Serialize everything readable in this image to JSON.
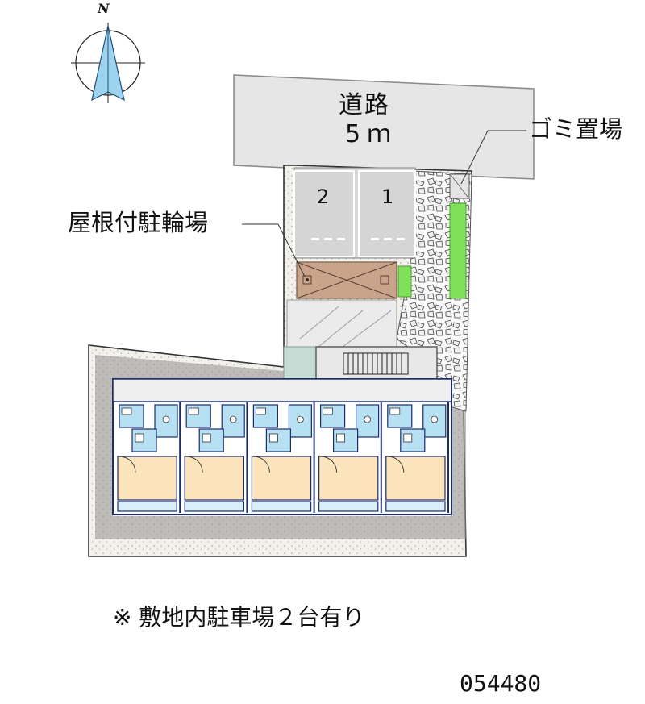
{
  "compass": {
    "north_label": "N",
    "icon": "north-arrow-icon"
  },
  "road": {
    "name": "道路",
    "width": "5ｍ"
  },
  "labels": {
    "trash_area": "ゴミ置場",
    "covered_bicycle_parking": "屋根付駐輪場"
  },
  "parking_spaces": [
    "1",
    "2"
  ],
  "note": "※ 敷地内駐車場２台有り",
  "property_code": "054480",
  "units_count_drawn": 5,
  "colors": {
    "road": "#e6e6e6",
    "parking": "#dcdcdc",
    "gravel": "#f1eee7",
    "green": "#7fe05a",
    "bike_roof": "#c9a48b",
    "unit_floor": "#fbe3bc",
    "wet_area": "#b7e0f2",
    "wall": "#1b2d6e",
    "teal_path": "#c4dcd4"
  }
}
